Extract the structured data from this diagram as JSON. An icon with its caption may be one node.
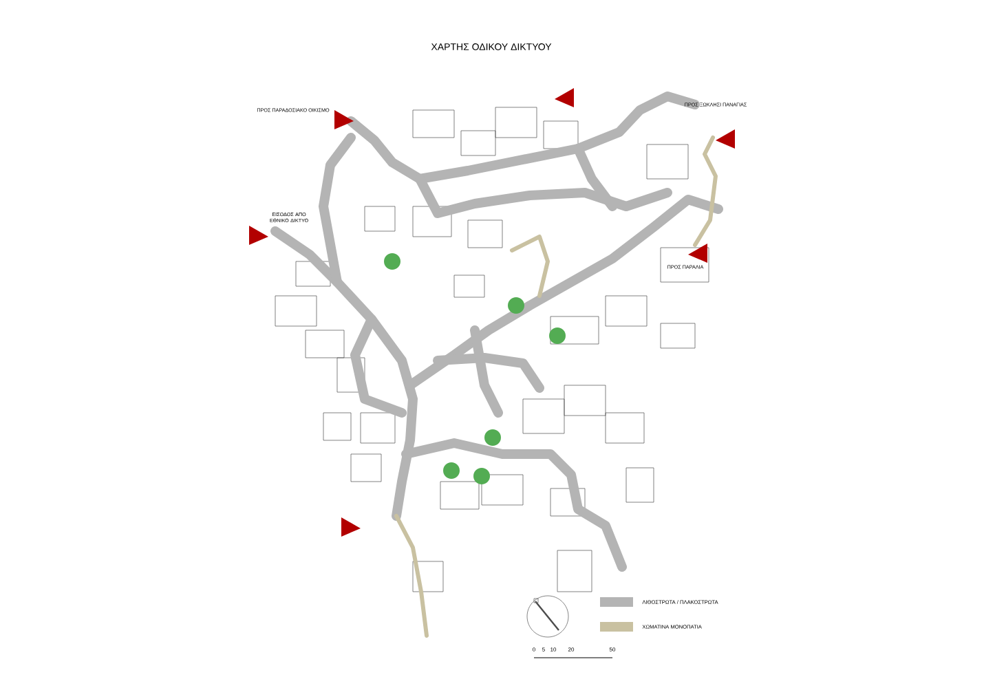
{
  "diagram": {
    "title": "ΧΑΡΤΗΣ ΟΔΙΚΟΥ ΔΙΚΤΥΟΥ",
    "labels": [
      "ΠΡΟΣ ΠΑΡΑΔΟΣΙΑΚΟ ΟΙΚΙΣΜΟ",
      "ΠΡΟΣ ΞΩΚΛΗΣΙ ΠΑΝΑΓΙΑΣ",
      "ΕΙΣΟΔΟΣ ΑΠΟ ΕΘΝΙΚΟ ΔΙΚΤΥΟ",
      "ΠΡΟΣ ΠΑΡΑΛΙΑ",
      "0",
      "5",
      "10",
      "20",
      "50"
    ],
    "legend": [
      {
        "text": "ΛΙΘΟΣΤΡΩΤΑ / ΠΛΑΚΟΣΤΡΩΤΑ",
        "color": "#b4b4b4"
      },
      {
        "text": "ΧΩΜΑΤΙΝΑ ΜΟΝΟΠΑΤΙΑ",
        "color": "#c9c1a1"
      }
    ]
  }
}
